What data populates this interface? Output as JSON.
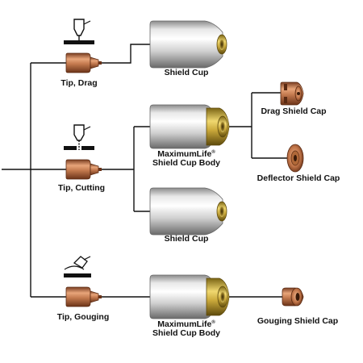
{
  "labels": {
    "tip_drag": "Tip, Drag",
    "tip_cutting": "Tip, Cutting",
    "tip_gouging": "Tip, Gouging",
    "shield_cup_top": "Shield Cup",
    "shield_cup_mid": "Shield Cup",
    "maximumlife_1_line1": "MaximumLife",
    "maximumlife_1_line2": "Shield Cup Body",
    "maximumlife_2_line1": "MaximumLife",
    "maximumlife_2_line2": "Shield Cup Body",
    "registered_mark": "®",
    "drag_shield_cap": "Drag Shield Cap",
    "deflector_shield_cap": "Deflector Shield Cap",
    "gouging_shield_cap": "Gouging Shield Cap"
  },
  "icons": {
    "tip": "copper-torch-tip-icon",
    "shield_cup": "chrome-shield-cup-icon",
    "shield_cup_body": "chrome-shield-cup-body-brass-ring-icon",
    "drag_cap": "copper-drag-shield-cap-icon",
    "deflector_cap": "copper-deflector-shield-cap-icon",
    "gouging_cap": "copper-gouging-shield-cap-icon",
    "drag_cut_symbol": "torch-drag-symbol-icon",
    "cut_symbol": "torch-cutting-symbol-icon",
    "gouge_symbol": "torch-gouging-symbol-icon"
  },
  "colors": {
    "copper": "#b8704a",
    "chrome": "#d8d8d8",
    "brass": "#c9a83a",
    "line": "#111111"
  }
}
